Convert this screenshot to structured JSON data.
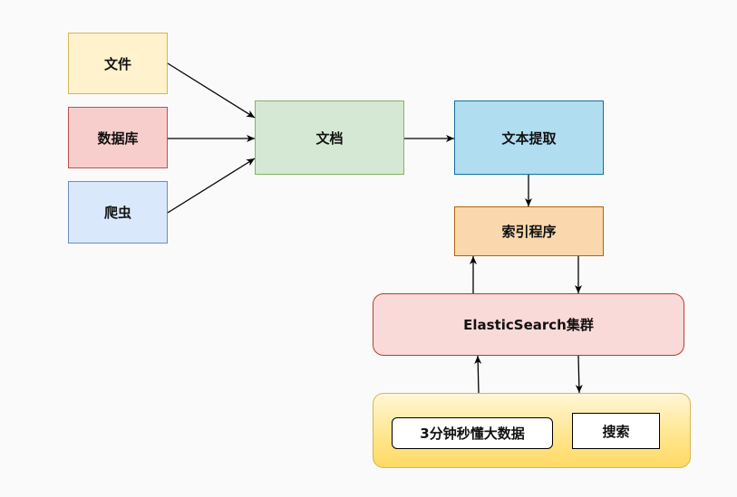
{
  "nodes": {
    "file": "文件",
    "database": "数据库",
    "crawler": "爬虫",
    "document": "文档",
    "text_extraction": "文本提取",
    "indexer": "索引程序",
    "es_cluster": "ElasticSearch集群",
    "title_box": "3分钟秒懂大数据",
    "search": "搜索"
  },
  "edges": [
    {
      "from": "file",
      "to": "document"
    },
    {
      "from": "database",
      "to": "document"
    },
    {
      "from": "crawler",
      "to": "document"
    },
    {
      "from": "document",
      "to": "text_extraction"
    },
    {
      "from": "text_extraction",
      "to": "indexer"
    },
    {
      "from": "es_cluster",
      "to": "indexer"
    },
    {
      "from": "indexer",
      "to": "es_cluster"
    },
    {
      "from": "application",
      "to": "es_cluster"
    },
    {
      "from": "es_cluster",
      "to": "application"
    }
  ]
}
